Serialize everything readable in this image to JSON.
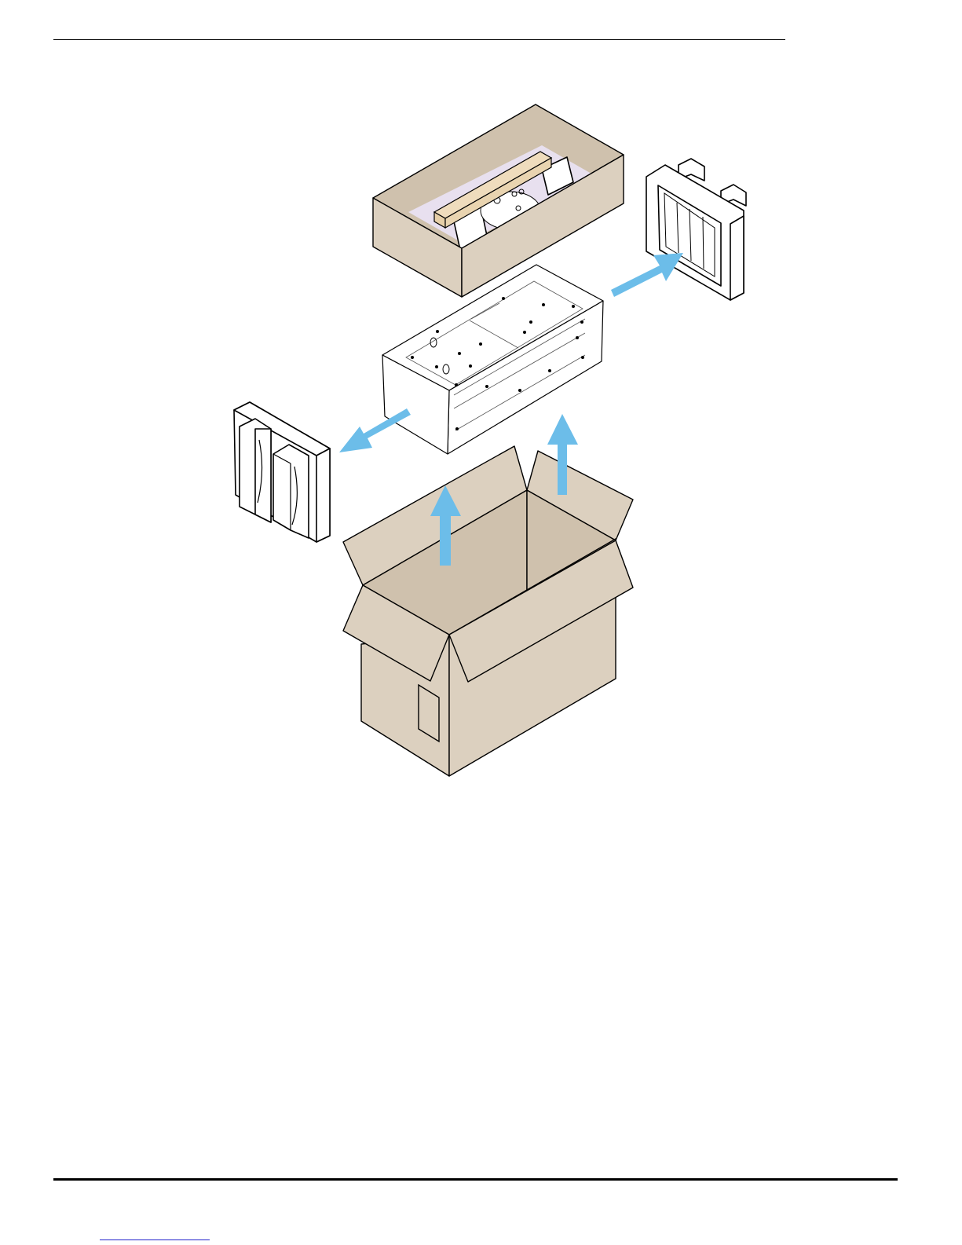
{
  "colors": {
    "cardboard": "#dcd0bf",
    "arrow": "#6cbde9",
    "foam": "#ffffff",
    "rule": "#000000",
    "footer_link": "#2222cc"
  },
  "figure": {
    "components": [
      "accessory-tray-box",
      "foam-end-cap-right",
      "wrapped-unit",
      "foam-end-cap-left",
      "shipping-carton"
    ],
    "arrows": [
      "remove-right-end-cap",
      "remove-left-end-cap",
      "lift-unit-out",
      "lift-tray-out"
    ]
  }
}
